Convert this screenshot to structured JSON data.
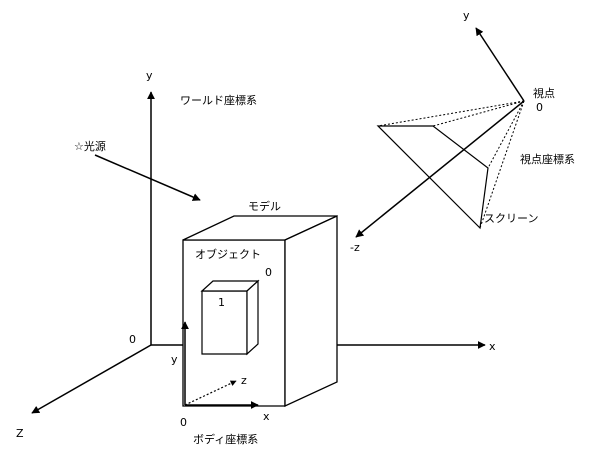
{
  "world": {
    "title": "ワールド座標系",
    "y_label": "y",
    "x_label": "x",
    "z_label": "Z",
    "origin_label": "0"
  },
  "light": {
    "label": "☆光源"
  },
  "model": {
    "label": "モデル"
  },
  "object": {
    "label": "オブジェクト",
    "origin_label": "0",
    "inner_label": "1"
  },
  "body": {
    "title": "ボディ座標系",
    "x_label": "x",
    "y_label": "y",
    "z_label": "z",
    "origin_label": "0"
  },
  "viewpoint": {
    "label": "視点",
    "origin_label": "0",
    "y_label": "y",
    "coord_label": "視点座標系",
    "screen_label": "スクリーン",
    "neg_z_label": "-z"
  }
}
